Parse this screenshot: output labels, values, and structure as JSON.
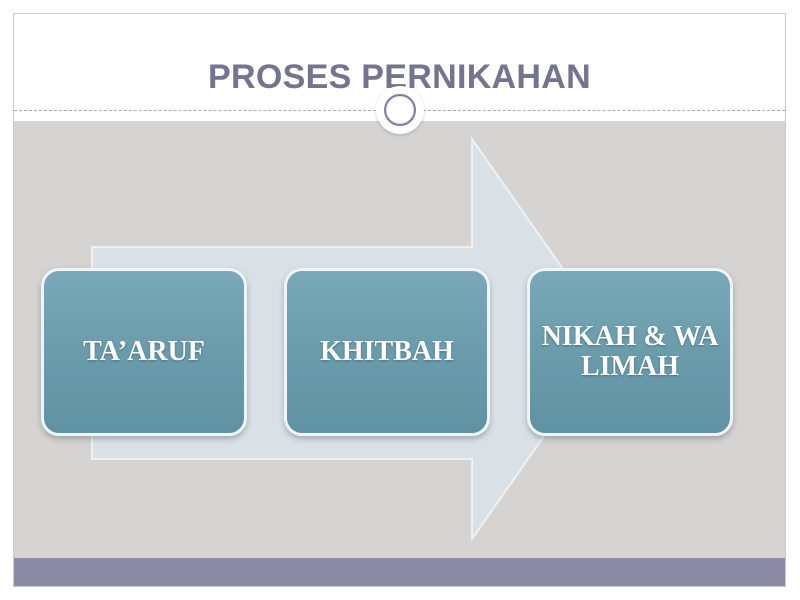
{
  "slide": {
    "title": "PROSES PERNIKAHAN"
  },
  "process": {
    "steps": [
      {
        "label": "TA’ARUF"
      },
      {
        "label": "KHITBAH"
      },
      {
        "label": "NIKAH & WALIMAH"
      }
    ]
  },
  "colors": {
    "title_text": "#74748e",
    "content_background": "#d6d4d2",
    "footer_band": "#8d8aa6",
    "arrow_fill": "#dae1e6",
    "step_fill": "#6b9cac",
    "step_text": "#ffffff"
  },
  "icons": {
    "ornament": "circle-ring-icon"
  }
}
